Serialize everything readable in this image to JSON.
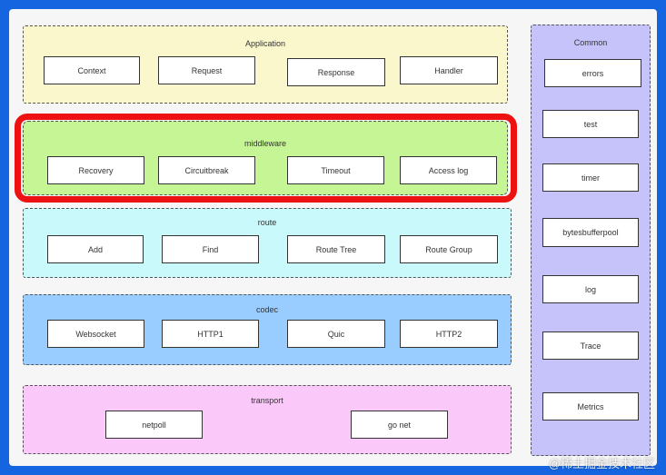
{
  "application": {
    "title": "Application",
    "items": [
      "Context",
      "Request",
      "Response",
      "Handler"
    ]
  },
  "middleware": {
    "title": "middleware",
    "items": [
      "Recovery",
      "Circuitbreak",
      "Timeout",
      "Access log"
    ]
  },
  "route": {
    "title": "route",
    "items": [
      "Add",
      "Find",
      "Route Tree",
      "Route Group"
    ]
  },
  "codec": {
    "title": "codec",
    "items": [
      "Websocket",
      "HTTP1",
      "Quic",
      "HTTP2"
    ]
  },
  "transport": {
    "title": "transport",
    "items": [
      "netpoll",
      "go net"
    ]
  },
  "common": {
    "title": "Common",
    "items": [
      "errors",
      "test",
      "timer",
      "bytesbufferpool",
      "log",
      "Trace",
      "Metrics"
    ]
  },
  "watermark": "@稀土掘金技术社区",
  "colors": {
    "frame": "#1565e0",
    "background": "#f6f6f6",
    "application": "#fbf7cd",
    "middleware": "#c5f594",
    "route": "#caf9fb",
    "codec": "#99ccff",
    "transport": "#fbc9f9",
    "common": "#c6c3fa",
    "highlight": "#ee1111"
  }
}
